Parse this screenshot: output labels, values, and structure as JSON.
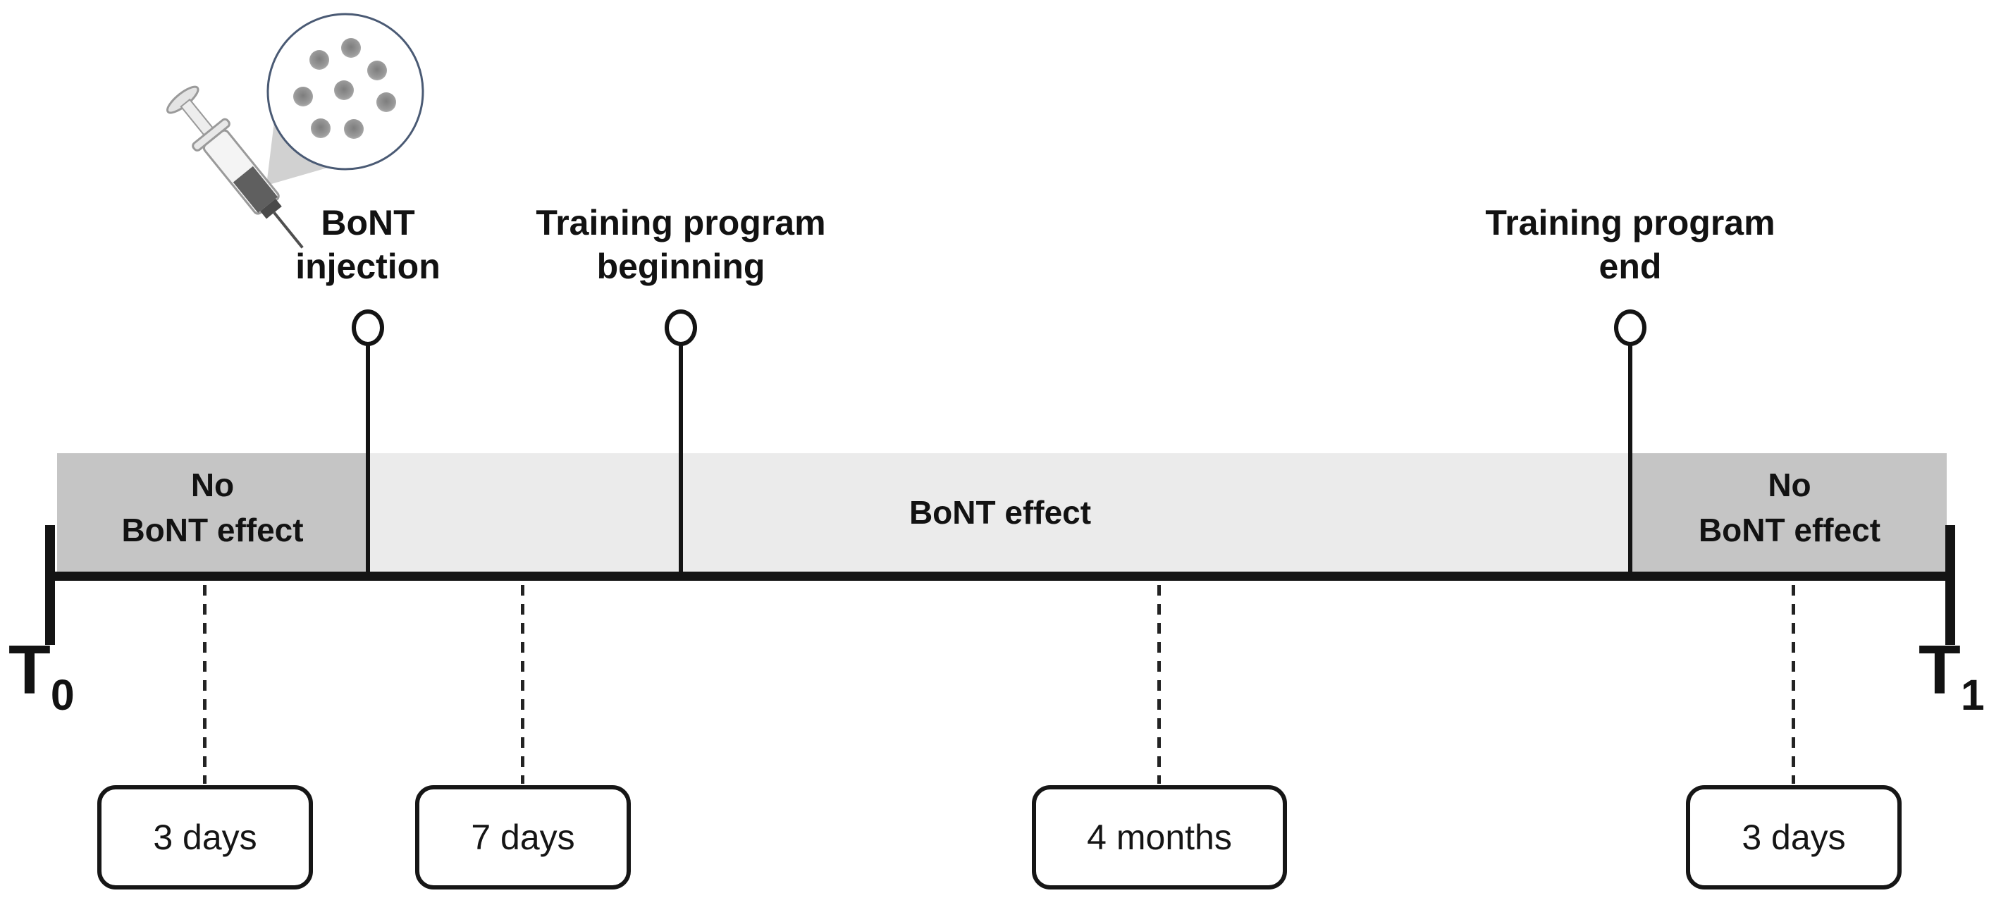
{
  "figure_type": "study-protocol-timeline",
  "colors": {
    "background": "#ffffff",
    "bont_effect_segment": "#ebebeb",
    "no_bont_effect_segment": "#c5c5c5",
    "line_black": "#141414",
    "magnifier_ring": "#4a5a74",
    "toxin_dot": "#8f8f8f",
    "syringe_body": "#f2f2f2",
    "syringe_dark_band": "#5f5f5f",
    "beam_gray": "#c9c9c9"
  },
  "icon": {
    "name": "syringe-with-magnified-toxin-dots",
    "dot_count": 8
  },
  "events": [
    {
      "id": "bont-injection",
      "line1": "BoNT",
      "line2": "injection"
    },
    {
      "id": "training-begin",
      "line1": "Training program",
      "line2": "beginning"
    },
    {
      "id": "training-end",
      "line1": "Training program",
      "line2": "end"
    }
  ],
  "timeline": {
    "segments": [
      {
        "id": "no-effect-left",
        "line1": "No",
        "line2": "BoNT effect"
      },
      {
        "id": "effect-middle",
        "label": "BoNT effect"
      },
      {
        "id": "no-effect-right",
        "line1": "No",
        "line2": "BoNT effect"
      }
    ],
    "start": {
      "base": "T",
      "sub": "0"
    },
    "end": {
      "base": "T",
      "sub": "1"
    }
  },
  "durations": [
    {
      "id": "interval-1",
      "label": "3 days"
    },
    {
      "id": "interval-2",
      "label": "7 days"
    },
    {
      "id": "interval-3",
      "label": "4 months"
    },
    {
      "id": "interval-4",
      "label": "3 days"
    }
  ]
}
